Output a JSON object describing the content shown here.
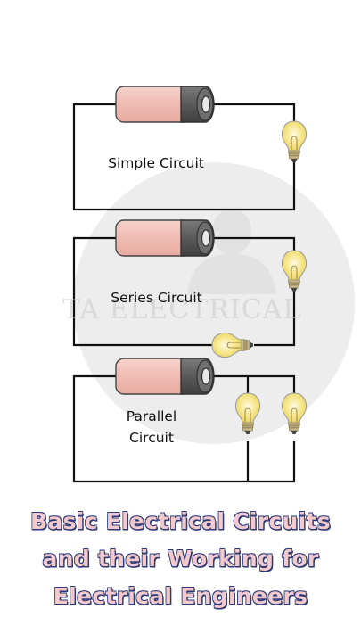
{
  "circuits": {
    "simple": "Simple Circuit",
    "series": "Series Circuit",
    "parallel_line1": "Parallel",
    "parallel_line2": "Circuit"
  },
  "watermark": {
    "text": "TA ELECTRICAL"
  },
  "title": {
    "line1": "Basic Electrical Circuits",
    "line2": "and their Working for",
    "line3": "Electrical Engineers"
  },
  "colors": {
    "battery_body": "#f2c4bc",
    "battery_cap": "#5f5f5f",
    "wire": "#111111",
    "bulb_glow": "#f5e27a",
    "title_fill": "#f3c9cc",
    "title_outline": "#2a3a78"
  }
}
